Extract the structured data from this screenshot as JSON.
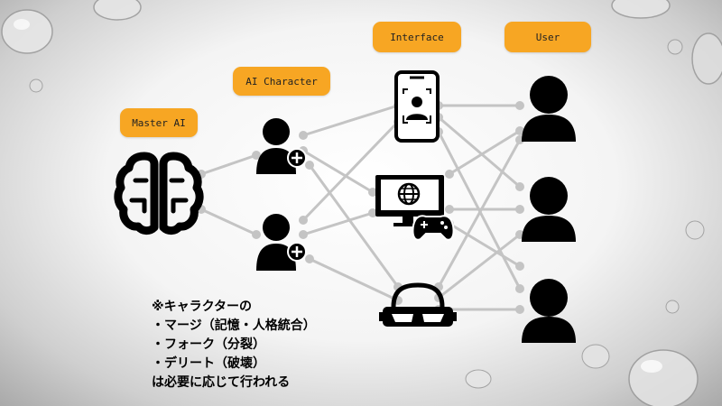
{
  "labels": {
    "master_ai": "Master AI",
    "ai_character": "AI Character",
    "interface": "Interface",
    "user": "User"
  },
  "note_lines": [
    "※キャラクターの",
    "・マージ（記憶・人格統合）",
    "・フォーク（分裂）",
    "・デリート（破壊）",
    "は必要に応じて行われる"
  ],
  "icons": {
    "master": "brain-icon",
    "characters": [
      "ai-character-add-icon",
      "ai-character-add-icon"
    ],
    "interfaces": [
      "smartphone-face-id-icon",
      "monitor-globe-gamepad-icon",
      "vr-headset-icon"
    ],
    "users": [
      "user-icon",
      "user-icon",
      "user-icon"
    ]
  },
  "colors": {
    "label_fill": "#f7a623",
    "connector": "#c4c4c4",
    "icon": "#000000"
  }
}
